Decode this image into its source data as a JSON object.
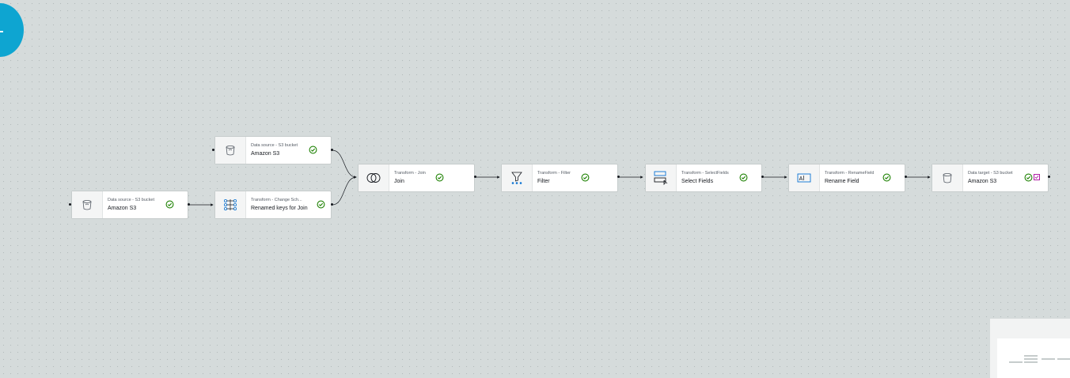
{
  "nodes": [
    {
      "id": "src1",
      "category": "Data source - S3 bucket",
      "name": "Amazon S3",
      "icon": "s3-bucket-icon",
      "status": "success"
    },
    {
      "id": "src2",
      "category": "Data source - S3 bucket",
      "name": "Amazon S3",
      "icon": "s3-bucket-icon",
      "status": "success"
    },
    {
      "id": "chg",
      "category": "Transform - Change Sch...",
      "name": "Renamed keys for Join",
      "icon": "change-schema-icon",
      "status": "success"
    },
    {
      "id": "join",
      "category": "Transform - Join",
      "name": "Join",
      "icon": "join-icon",
      "status": "success"
    },
    {
      "id": "filter",
      "category": "Transform - Filter",
      "name": "Filter",
      "icon": "filter-icon",
      "status": "success"
    },
    {
      "id": "select",
      "category": "Transform - SelectFields",
      "name": "Select Fields",
      "icon": "select-fields-icon",
      "status": "success"
    },
    {
      "id": "rename",
      "category": "Transform - RenameField",
      "name": "Rename Field",
      "icon": "rename-field-icon",
      "status": "success"
    },
    {
      "id": "target",
      "category": "Data target - S3 bucket",
      "name": "Amazon S3",
      "icon": "s3-bucket-icon",
      "status": "success"
    }
  ],
  "colors": {
    "canvas": "#d5dbdb",
    "fab": "#0ea5d1",
    "success": "#1d8102",
    "selected": "#b01fa5",
    "accent_icon": "#0972d3"
  }
}
